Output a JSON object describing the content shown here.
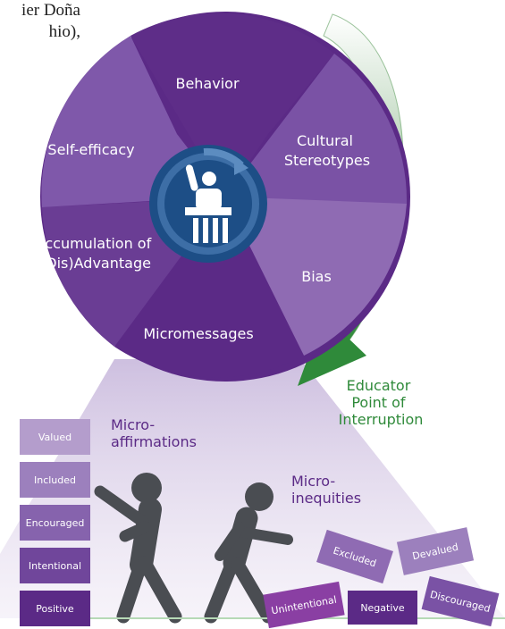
{
  "top_text": {
    "line1": "ier Doña",
    "line2": "hio),"
  },
  "wheel": {
    "segments": [
      {
        "label": "Behavior"
      },
      {
        "label_lines": [
          "Cultural",
          "Stereotypes"
        ]
      },
      {
        "label": "Bias"
      },
      {
        "label": "Micromessages"
      },
      {
        "label_lines": [
          "Accumulation of",
          "(Dis)Advantage"
        ]
      },
      {
        "label": "Self-efficacy"
      }
    ],
    "center_icon": "person-at-podium-icon"
  },
  "interruption": {
    "lines": [
      "Educator",
      "Point of",
      "Interruption"
    ],
    "color": "#2f8a3a"
  },
  "microaffirmations": {
    "heading_lines": [
      "Micro-",
      "affirmations"
    ],
    "boxes": [
      "Valued",
      "Included",
      "Encouraged",
      "Intentional",
      "Positive"
    ]
  },
  "microinequities": {
    "heading_lines": [
      "Micro-",
      "inequities"
    ],
    "boxes": [
      "Excluded",
      "Devalued",
      "Unintentional",
      "Negative",
      "Discouraged"
    ]
  },
  "colors": {
    "purple_dark": "#5b2a86",
    "purple_mid": "#70439a",
    "purple_light": "#8f6bb3",
    "navy": "#1d4e86",
    "green": "#2f8a3a",
    "figure_gray": "#4a4d52"
  }
}
